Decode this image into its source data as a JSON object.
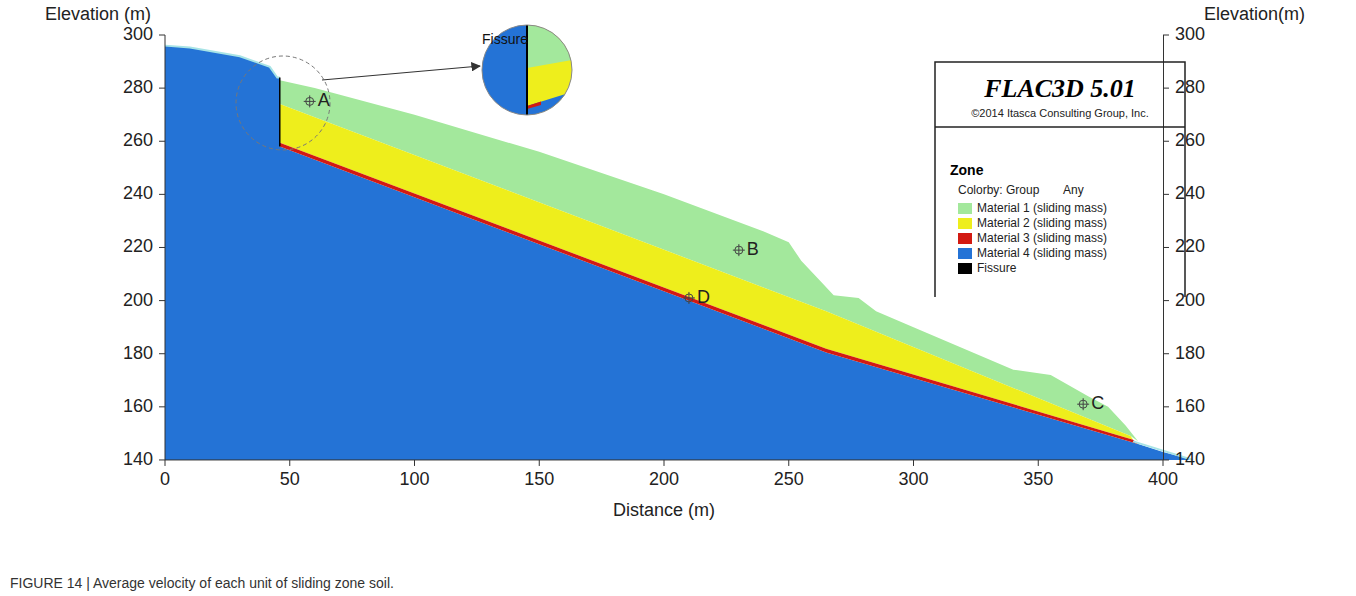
{
  "diagram": {
    "caption": "FIGURE 14 | Average velocity of each unit of sliding zone soil.",
    "labels": [
      "Elevation (m)",
      "Elevation(m)",
      "300",
      "280",
      "260",
      "240",
      "220",
      "200",
      "180",
      "160",
      "140",
      "300",
      "280",
      "260",
      "240",
      "220",
      "200",
      "180",
      "160",
      "140",
      "0",
      "50",
      "100",
      "150",
      "200",
      "250",
      "300",
      "350",
      "400",
      "Distance (m)",
      "Fissure",
      "A",
      "B",
      "C",
      "D",
      "FLAC3D 5.01",
      "©2014 Itasca Consulting Group, Inc.",
      "Zone",
      "Colorby: Group",
      "Any"
    ],
    "legend": [
      {
        "text": "Material 1 (sliding mass)",
        "color": "#a3e89c"
      },
      {
        "text": "Material 2 (sliding mass)",
        "color": "#eeee1c"
      },
      {
        "text": "Material 3 (sliding mass)",
        "color": "#d21a12"
      },
      {
        "text": "Material 4 (sliding mass)",
        "color": "#2473d6"
      },
      {
        "text": "Fissure",
        "color": "#000000"
      }
    ]
  }
}
